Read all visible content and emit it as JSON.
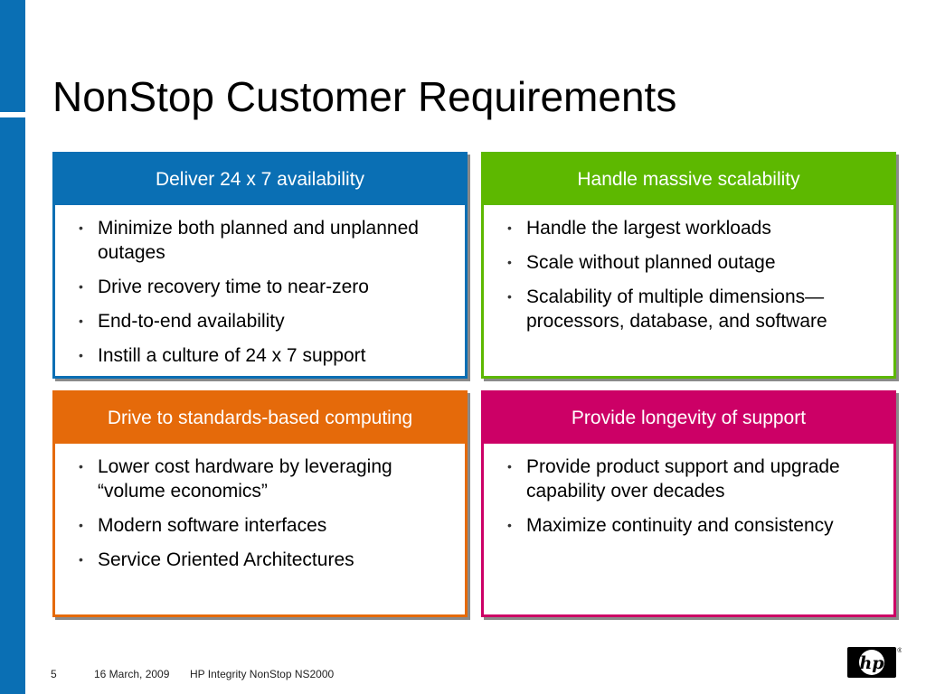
{
  "slide": {
    "title": "NonStop Customer Requirements",
    "accent_color": "#0a6fb4"
  },
  "cards": [
    {
      "header": "Deliver 24 x 7 availability",
      "color": "#0a6fb4",
      "items": [
        "Minimize both planned and unplanned outages",
        "Drive recovery time to near-zero",
        "End-to-end availability",
        "Instill a culture of 24 x 7 support"
      ]
    },
    {
      "header": "Handle massive scalability",
      "color": "#5db800",
      "items": [
        "Handle the largest workloads",
        "Scale without planned outage",
        "Scalability of multiple dimensions—processors, database, and software"
      ]
    },
    {
      "header": "Drive to standards-based computing",
      "color": "#e56a0a",
      "items": [
        "Lower cost hardware by leveraging “volume economics”",
        "Modern software interfaces",
        "Service Oriented Architectures"
      ]
    },
    {
      "header": "Provide longevity of support",
      "color": "#cc0066",
      "items": [
        "Provide product support and upgrade capability over decades",
        "Maximize continuity and consistency"
      ]
    }
  ],
  "bullet_glyph": "•",
  "footer": {
    "page_number": "5",
    "date": "16 March, 2009",
    "product": "HP Integrity NonStop NS2000"
  },
  "logo": {
    "text": "hp",
    "registered_mark": "®",
    "icon": "hp-logo-icon"
  }
}
